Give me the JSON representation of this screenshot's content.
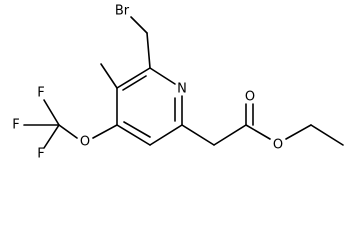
{
  "molecule": {
    "atoms": {
      "br": "Br",
      "n": "N",
      "o_carbonyl": "O",
      "o_ester": "O",
      "o_ether": "O",
      "f1": "F",
      "f2": "F",
      "f3": "F"
    }
  }
}
